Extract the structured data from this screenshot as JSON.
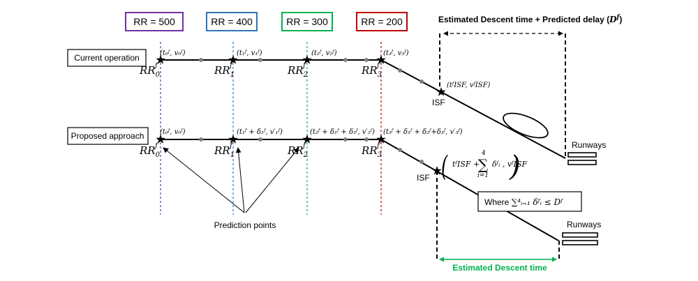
{
  "rr_boxes": [
    {
      "label": "RR = 500",
      "color": "#7030a0"
    },
    {
      "label": "RR = 400",
      "color": "#2e74b5"
    },
    {
      "label": "RR = 300",
      "color": "#00b050"
    },
    {
      "label": "RR = 200",
      "color": "#c00000"
    }
  ],
  "rows": {
    "current_label": "Current operation",
    "proposed_label": "Proposed approach"
  },
  "labels": {
    "isf": "ISF",
    "runways": "Runways",
    "prediction_points": "Prediction points",
    "estimated_descent_delay": "Estimated Descent time + Predicted delay (",
    "estimated_descent_delay_symbol": "D",
    "estimated_descent_delay_sup": "f",
    "estimated_descent_delay_close": ")",
    "estimated_descent_time": "Estimated Descent time",
    "where_prefix": "Where ",
    "where_expr": "∑⁴ᵢ₌₁ δᶠᵢ ≤ Dᶠ"
  },
  "rr_names": [
    "RR",
    "RR",
    "RR",
    "RR"
  ],
  "rr_subs": [
    "0",
    "1",
    "2",
    "3"
  ],
  "rr_sup": "f",
  "current_points": [
    "(t₀ᶠ, v₀ᶠ)",
    "(t₁ᶠ, v₁ᶠ)",
    "(t₂ᶠ, v₂ᶠ)",
    "(t₃ᶠ, v₃ᶠ)"
  ],
  "current_isf_point": "(tᶠISF, vᶠISF)",
  "proposed_points": [
    "(t₀ᶠ, v₀ᶠ)",
    "(t₁ᶠ + δ₁ᶠ, v′₁ᶠ)",
    "(t₂ᶠ + δ₁ᶠ + δ₂ᶠ, v′₂ᶠ)",
    "(t₃ᶠ + δ₁ᶠ + δ₂ᶠ+δ₃ᶠ, v′₃ᶠ)"
  ],
  "proposed_isf_point": {
    "open": "(",
    "t": "tᶠISF + ",
    "sum": "∑",
    "sum_top": "4",
    "sum_bottom": "i=1",
    "tail": "δᶠᵢ , vᶠISF",
    "close": ")"
  },
  "colors": {
    "green": "#00b050",
    "line": "#000000",
    "dot": "#808080"
  }
}
